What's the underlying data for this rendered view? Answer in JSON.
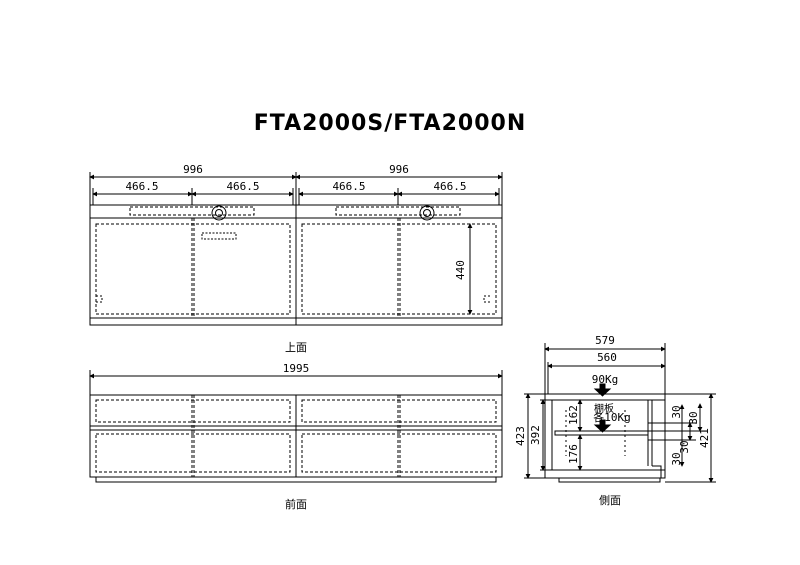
{
  "title": "FTA2000S/FTA2000N",
  "top_view": {
    "label": "上面",
    "width_left": "996",
    "width_right": "996",
    "door_widths": [
      "466.5",
      "466.5",
      "466.5",
      "466.5"
    ],
    "depth_inner": "440"
  },
  "front_view": {
    "label": "前面",
    "total_width": "1995"
  },
  "side_view": {
    "label": "側面",
    "depth_total": "579",
    "depth_inner": "560",
    "load_top": "90Kg",
    "shelf_label": "棚板",
    "shelf_load": "各10Kg",
    "height_total": "423",
    "height_inner": "392",
    "upper_space": "162",
    "lower_space": "176",
    "right_30a": "30",
    "right_30b": "30",
    "right_30c": "30",
    "right_30d": "30",
    "height_right": "421"
  }
}
